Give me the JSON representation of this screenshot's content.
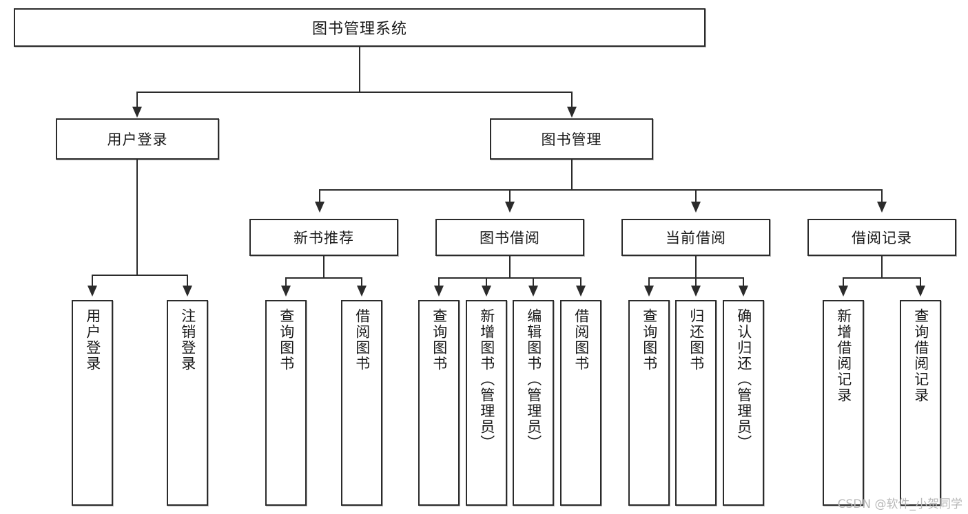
{
  "diagram": {
    "title": "图书管理系统",
    "type": "tree-hierarchy",
    "root": {
      "label": "图书管理系统"
    },
    "level2": [
      {
        "label": "用户登录"
      },
      {
        "label": "图书管理"
      }
    ],
    "level3": [
      {
        "label": "新书推荐"
      },
      {
        "label": "图书借阅"
      },
      {
        "label": "当前借阅"
      },
      {
        "label": "借阅记录"
      }
    ],
    "leaves": {
      "user_login": [
        {
          "label": "用户登录"
        },
        {
          "label": "注销登录"
        }
      ],
      "new_book_recommend": [
        {
          "label": "查询图书"
        },
        {
          "label": "借阅图书"
        }
      ],
      "book_borrow": [
        {
          "label": "查询图书"
        },
        {
          "label": "新增图书（管理员）"
        },
        {
          "label": "编辑图书（管理员）"
        },
        {
          "label": "借阅图书"
        }
      ],
      "current_borrow": [
        {
          "label": "查询图书"
        },
        {
          "label": "归还图书"
        },
        {
          "label": "确认归还（管理员）"
        }
      ],
      "borrow_record": [
        {
          "label": "新增借阅记录"
        },
        {
          "label": "查询借阅记录"
        }
      ]
    }
  },
  "watermark": {
    "text": "CSDN @软件_小贺同学"
  },
  "colors": {
    "stroke": "#2b2b2b",
    "text": "#1a1a1a",
    "background": "#ffffff",
    "watermark": "#b8b8b8"
  }
}
